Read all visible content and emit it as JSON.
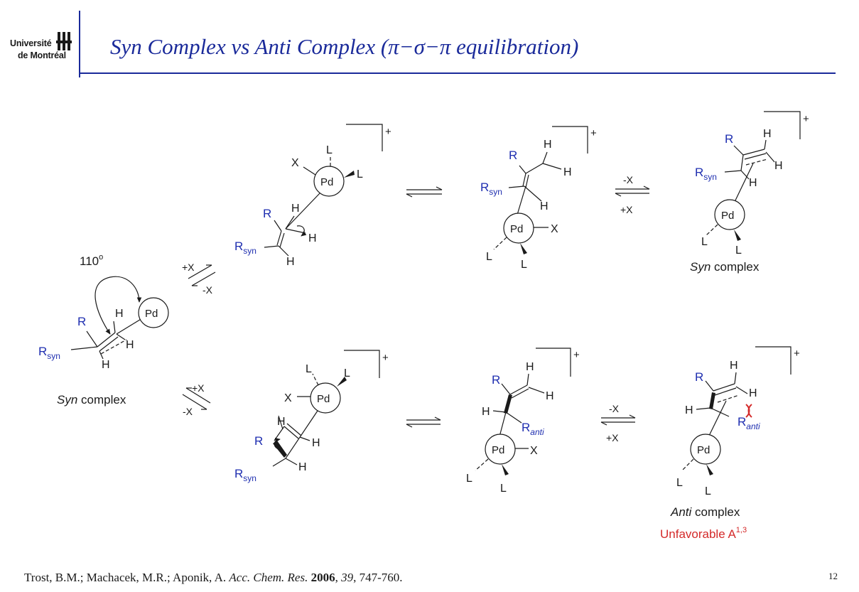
{
  "header": {
    "logo_line1": "Université",
    "logo_line2": "de Montréal",
    "title_main": "Syn  Complex vs Anti Complex (",
    "title_greek": "π−σ−π",
    "title_tail": " equilibration)"
  },
  "scheme": {
    "angle": "110",
    "angle_sup": "o",
    "atom_R": "R",
    "atom_H": "H",
    "atom_L": "L",
    "atom_X": "X",
    "atom_Pd": "Pd",
    "r_syn_base": "R",
    "r_syn_sub": "syn",
    "r_anti_base": "R",
    "r_anti_sub": "anti",
    "charge": "+",
    "plus_x": "+X",
    "minus_x": "-X",
    "syn_word": "Syn",
    "anti_word": "Anti",
    "complex_word": " complex",
    "unfavorable": "Unfavorable A",
    "unfavorable_sup": "1,3"
  },
  "footer": {
    "authors": "Trost, B.M.; Machacek, M.R.; Aponik, A. ",
    "journal": "Acc.  Chem.  Res.",
    "year": "2006",
    "volume": "39",
    "pages": ", 747-760.",
    "page_number": "12"
  },
  "colors": {
    "title_blue": "#1a2a9a",
    "substituent_blue": "#1f2fb0",
    "warning_red": "#d42a2a"
  }
}
